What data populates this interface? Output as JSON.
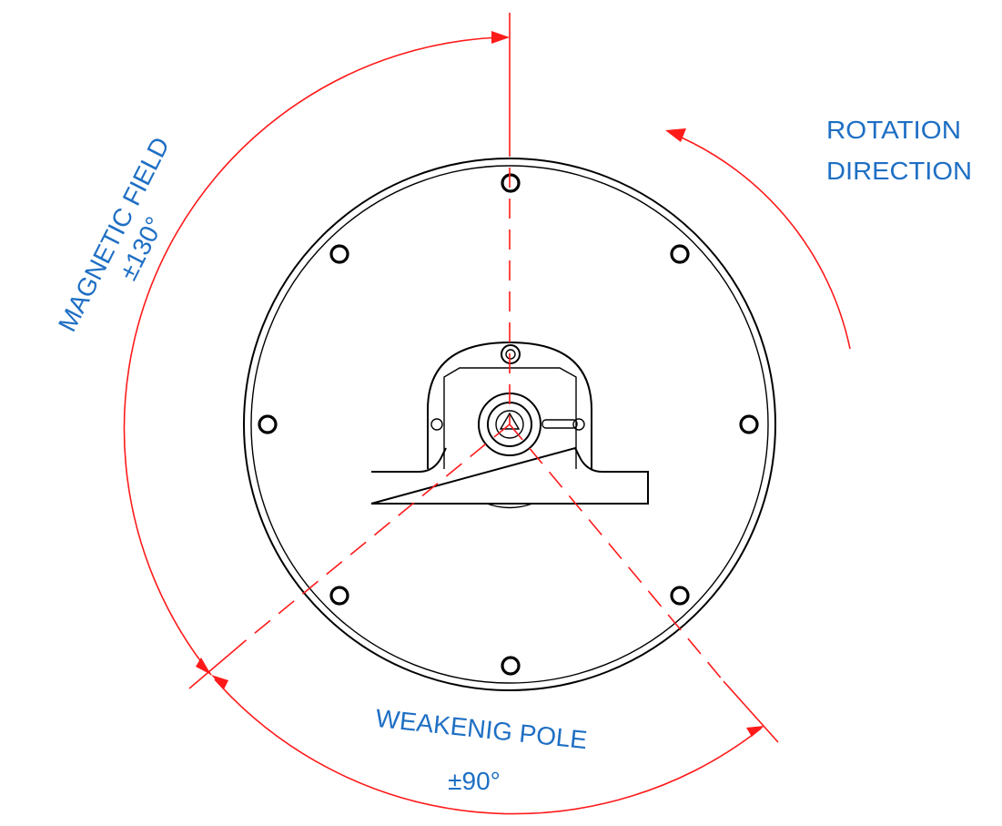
{
  "labels": {
    "rotation_line1": "ROTATION",
    "rotation_line2": "DIRECTION",
    "magnetic_line1": "MAGNETIC FIELD",
    "magnetic_line2": "±130°",
    "weakening_line1": "WEAKENIG POLE",
    "weakening_line2": "±90°"
  },
  "colors": {
    "annotation_text": "#1e6fc4",
    "dimension_lines": "#ff1a1a",
    "part_outline": "#000000"
  }
}
